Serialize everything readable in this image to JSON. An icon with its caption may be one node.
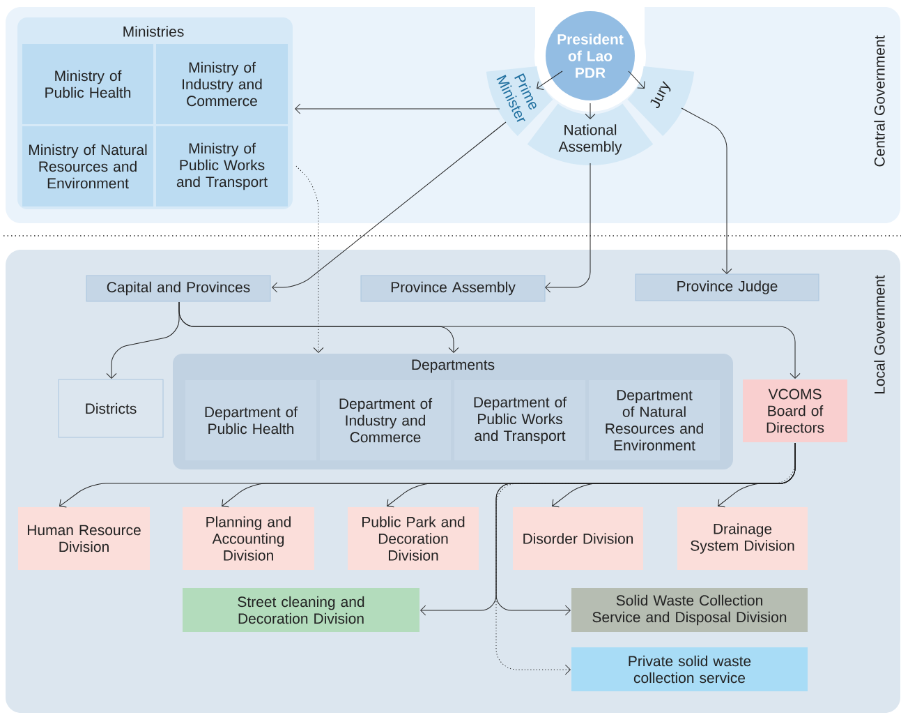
{
  "diagram": {
    "nodes": [
      {
        "text": [
          "Central Government"
        ]
      },
      {
        "text": [
          "Ministries"
        ],
        "in": 0
      },
      {
        "text": [
          "Ministry of Public Health"
        ],
        "in": 1
      },
      {
        "text": [
          "Ministry of Industry and Commerce"
        ],
        "in": 1
      },
      {
        "text": [
          "Ministry of Natural Resources and Environment"
        ],
        "in": 1
      },
      {
        "text": [
          "Ministry of Public Works and Transport"
        ],
        "in": 1
      },
      {
        "text": [
          "President of Lao PDR"
        ],
        "in": 0
      },
      {
        "text": [
          "Prime Minister"
        ],
        "in": 0
      },
      {
        "text": [
          "National Assembly"
        ],
        "in": 0
      },
      {
        "text": [
          "Jury"
        ],
        "in": 0
      },
      {
        "text": [
          "Local Government"
        ]
      },
      {
        "text": [
          "Capital and Provinces"
        ],
        "in": 10
      },
      {
        "text": [
          "Province Assembly"
        ],
        "in": 10
      },
      {
        "text": [
          "Province Judge"
        ],
        "in": 10
      },
      {
        "text": [
          "Districts"
        ],
        "in": 10
      },
      {
        "text": [
          "Departments"
        ],
        "in": 10
      },
      {
        "text": [
          "Department of Public Health"
        ],
        "in": 15
      },
      {
        "text": [
          "Department of Industry and Commerce"
        ],
        "in": 15
      },
      {
        "text": [
          "Department of Public Works and Transport"
        ],
        "in": 15
      },
      {
        "text": [
          "Department of Natural Resources and Environment"
        ],
        "in": 15
      },
      {
        "text": [
          "VCOMS Board of Directors"
        ],
        "in": 10
      },
      {
        "text": [
          "Human Resource Division"
        ],
        "in": 10
      },
      {
        "text": [
          "Planning and Accounting Division"
        ],
        "in": 10
      },
      {
        "text": [
          "Public Park and Decoration Division"
        ],
        "in": 10
      },
      {
        "text": [
          "Disorder Division"
        ],
        "in": 10
      },
      {
        "text": [
          "Drainage System Division"
        ],
        "in": 10
      },
      {
        "text": [
          "Street cleaning and Decoration Division"
        ],
        "in": 10
      },
      {
        "text": [
          "Solid Waste Collection Service and Disposal Division"
        ],
        "in": 10
      },
      {
        "text": [
          "Private solid waste collection service"
        ],
        "in": 10
      }
    ],
    "edges": [
      {
        "from": 6,
        "to": 7,
        "arrow": "to"
      },
      {
        "from": 6,
        "to": 8,
        "arrow": "to"
      },
      {
        "from": 6,
        "to": 9,
        "arrow": "to"
      },
      {
        "from": 7,
        "to": 1,
        "arrow": "to"
      },
      {
        "from": 7,
        "to": 11,
        "arrow": "to"
      },
      {
        "from": 8,
        "to": 12,
        "arrow": "to"
      },
      {
        "from": 9,
        "to": 13,
        "arrow": "to"
      },
      {
        "from": 1,
        "to": 15,
        "arrow": "to",
        "style": "dashed"
      },
      {
        "from": 11,
        "to": 14,
        "arrow": "to"
      },
      {
        "from": 11,
        "to": 15,
        "arrow": "to"
      },
      {
        "from": 11,
        "to": 20,
        "arrow": "to"
      },
      {
        "from": 20,
        "to": 21,
        "arrow": "to"
      },
      {
        "from": 20,
        "to": 22,
        "arrow": "to"
      },
      {
        "from": 20,
        "to": 23,
        "arrow": "to"
      },
      {
        "from": 20,
        "to": 24,
        "arrow": "to"
      },
      {
        "from": 20,
        "to": 25,
        "arrow": "to"
      },
      {
        "from": 20,
        "to": 26,
        "arrow": "to"
      },
      {
        "from": 20,
        "to": 27,
        "arrow": "to"
      },
      {
        "from": 20,
        "to": 28,
        "arrow": "to",
        "style": "dashed"
      }
    ]
  }
}
